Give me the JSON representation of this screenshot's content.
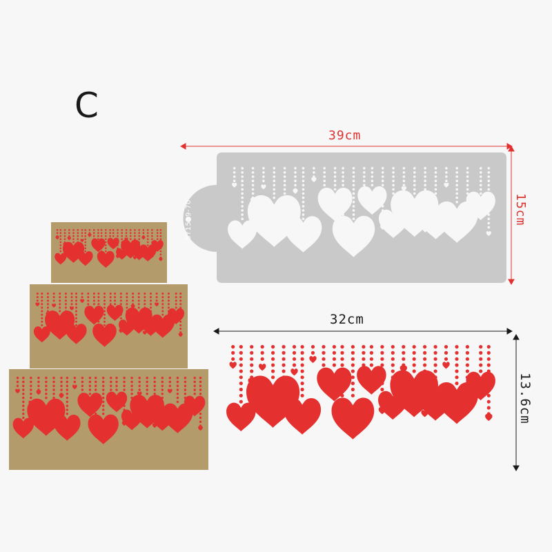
{
  "variant": {
    "letter": "C"
  },
  "stencil": {
    "code": "SY1539-70",
    "width_label": "39cm",
    "height_label": "15cm",
    "color": "#c9c9c9",
    "marker_color": "#e0312f"
  },
  "pattern": {
    "width_label": "32cm",
    "height_label": "13.6cm",
    "heart_color": "#e53030",
    "marker_color": "#1a1a1a"
  },
  "cake": {
    "tiers": 3,
    "fondant_color": "#b39b6c",
    "heart_color": "#e53030"
  }
}
